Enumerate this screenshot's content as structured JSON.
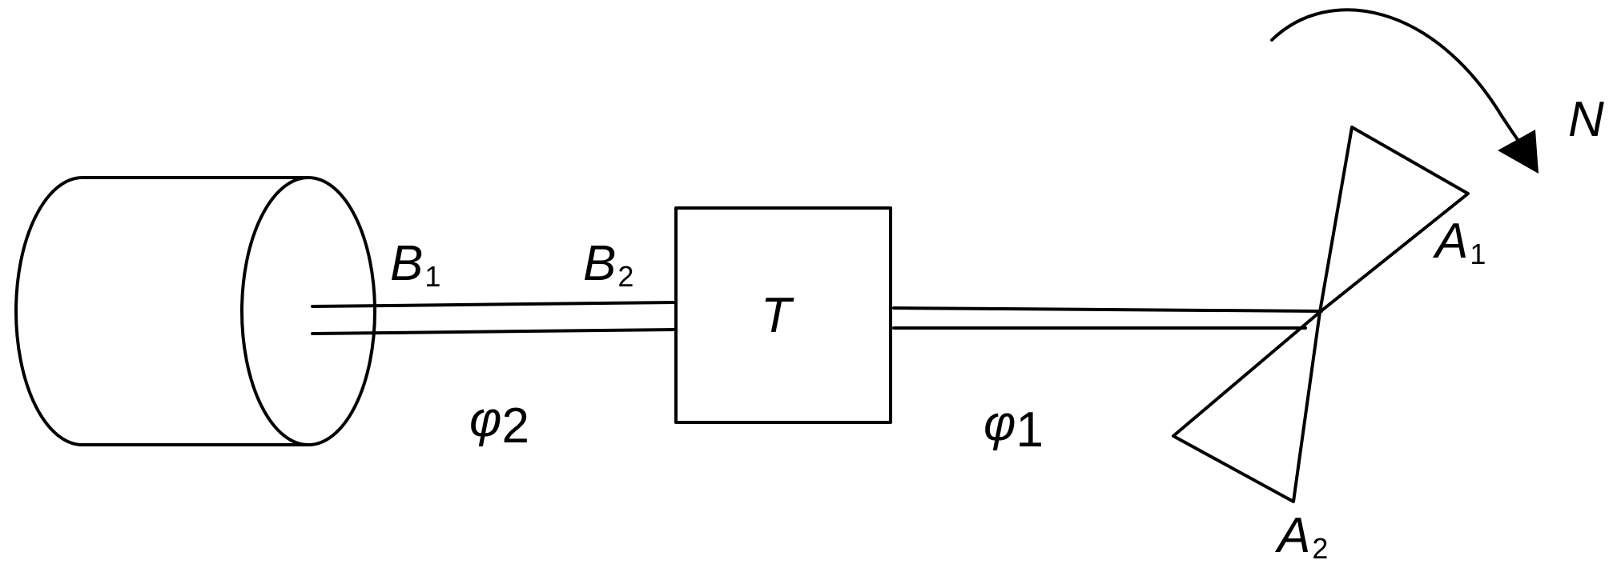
{
  "labels": {
    "b1": {
      "letter": "B",
      "sub": "1"
    },
    "b2": {
      "letter": "B",
      "sub": "2"
    },
    "t": "T",
    "phi2": {
      "letter": "φ",
      "sub": "2"
    },
    "phi1": {
      "letter": "φ",
      "sub": "1"
    },
    "a1": {
      "letter": "A",
      "sub": "1"
    },
    "a2": {
      "letter": "A",
      "sub": "2"
    },
    "n": "N"
  },
  "colors": {
    "line": "#000000",
    "background": "#ffffff"
  }
}
